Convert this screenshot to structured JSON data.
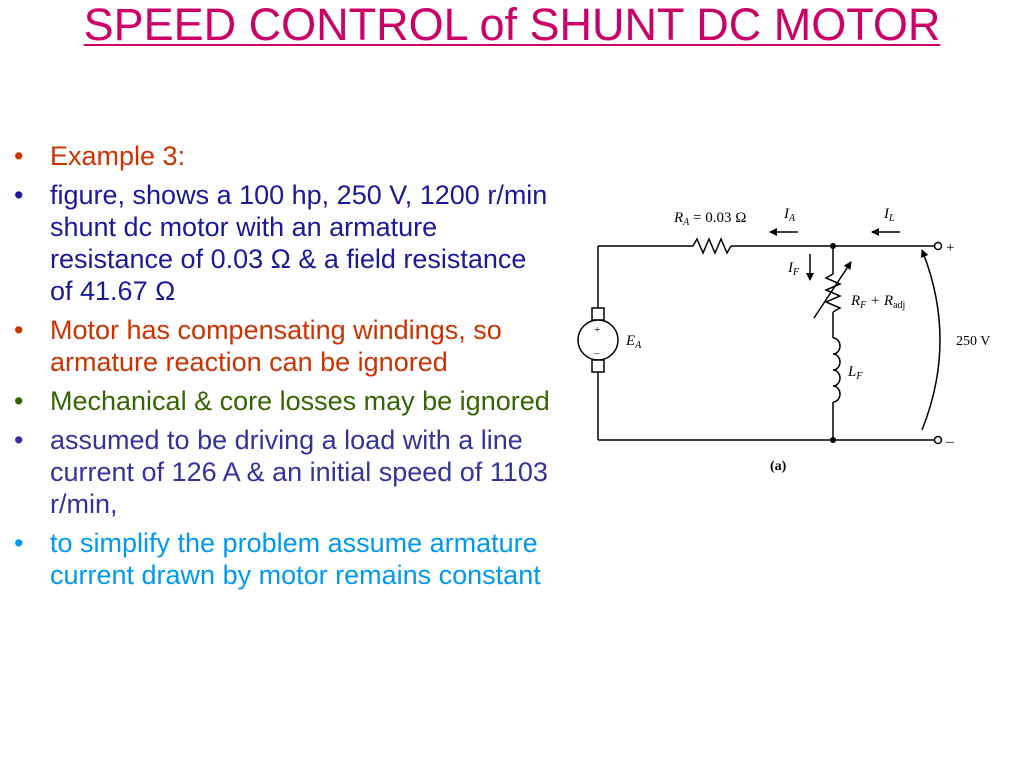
{
  "slide": {
    "title": "SPEED CONTROL of SHUNT DC MOTOR"
  },
  "bullets": [
    {
      "text": "Example 3:",
      "color": "#cc3300"
    },
    {
      "text": "figure, shows a 100 hp, 250 V, 1200 r/min shunt dc motor with an armature resistance of 0.03 Ω & a field resistance of 41.67 Ω",
      "color": "#1a1a99"
    },
    {
      "text": "Motor has compensating windings, so armature reaction can be ignored",
      "color": "#cc3300"
    },
    {
      "text": "Mechanical & core losses may be ignored",
      "color": "#336600"
    },
    {
      "text": "assumed to be driving a load with a line current of 126 A & an initial speed of 1103 r/min,",
      "color": "#333399"
    },
    {
      "text": "to simplify the problem assume armature current drawn by motor remains constant",
      "color": "#0099ee"
    }
  ],
  "bullet_symbol": "•",
  "circuit": {
    "ra_label": "R",
    "ra_sub": "A",
    "ra_value": " = 0.03 Ω",
    "ia_label": "I",
    "ia_sub": "A",
    "il_label": "I",
    "il_sub": "L",
    "if_label": "I",
    "if_sub": "F",
    "rf_label": "R",
    "rf_sub": "F",
    "rf_plus": " + R",
    "radj_sub": "adj",
    "lf_label": "L",
    "lf_sub": "F",
    "ea_label": "E",
    "ea_sub": "A",
    "plus_sign": "+",
    "minus_sign": "–",
    "motor_plus": "+",
    "motor_minus": "–",
    "voltage_label": "250 V",
    "caption": "(a)"
  }
}
